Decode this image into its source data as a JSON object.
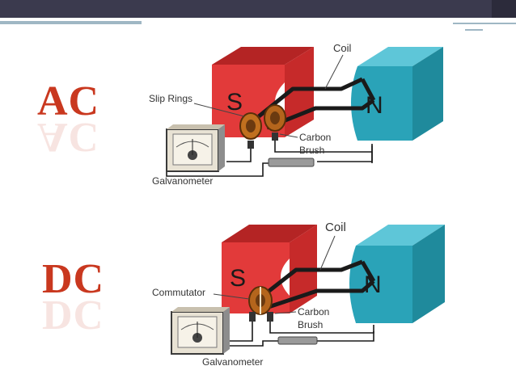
{
  "ac": {
    "title": "AC",
    "labels": {
      "coil": "Coil",
      "slip_rings": "Slip Rings",
      "carbon_line1": "Carbon",
      "carbon_line2": "Brush",
      "galvanometer": "Galvanometer",
      "south": "S",
      "north": "N"
    }
  },
  "dc": {
    "title": "DC",
    "labels": {
      "coil": "Coil",
      "commutator": "Commutator",
      "carbon_line1": "Carbon",
      "carbon_line2": "Brush",
      "galvanometer": "Galvanometer",
      "south": "S",
      "north": "N"
    }
  },
  "colors": {
    "title": "#c9381f",
    "magnet_south": "#e23a3a",
    "magnet_north": "#2aa3b8",
    "header": "#3b3a4e",
    "accent_rule": "#9fb7c4"
  },
  "icons": [
    "galvanometer-icon",
    "resistor-icon",
    "magnet-icon"
  ]
}
